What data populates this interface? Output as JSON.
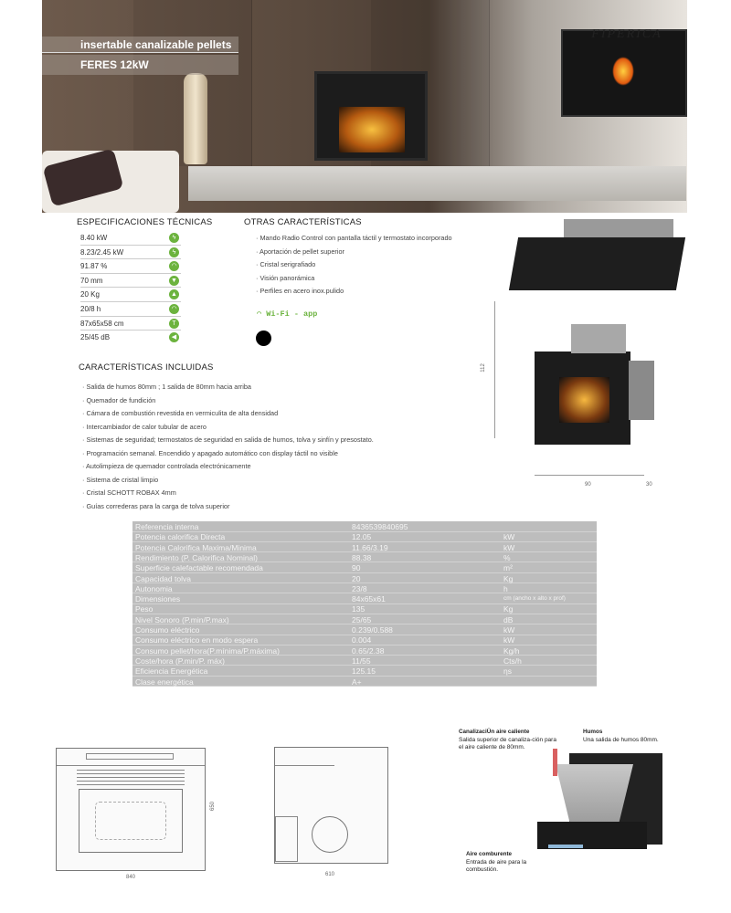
{
  "hero": {
    "subtitle": "insertable canalizable pellets",
    "model": "FERES 12kW",
    "brand_logo": "FIPERICA"
  },
  "specs": {
    "title": "ESPECIFICACIONES TÉCNICAS",
    "items": [
      {
        "value": "8.40 kW",
        "icon": "power-icon"
      },
      {
        "value": "8.23/2.45 kW",
        "icon": "power-range-icon"
      },
      {
        "value": "91.87 %",
        "icon": "efficiency-gauge-icon"
      },
      {
        "value": "70 mm",
        "icon": "flue-diameter-icon"
      },
      {
        "value": "20 Kg",
        "icon": "hopper-weight-icon"
      },
      {
        "value": "20/8 h",
        "icon": "autonomy-gauge-icon"
      },
      {
        "value": "87x65x58 cm",
        "icon": "dimensions-icon"
      },
      {
        "value": "25/45 dB",
        "icon": "sound-icon"
      }
    ]
  },
  "other": {
    "title": "OTRAS CARACTERÍSTICAS",
    "items": [
      "· Mando Radio Control con pantalla táctil y termostato incorporado",
      "· Aportación de pellet superior",
      "· Cristal serigrafiado",
      "· Visión panorámica",
      "· Perfiles en acero inox.pulido"
    ],
    "wifi": "Wi-Fi - app"
  },
  "included": {
    "title": "CARACTERÍSTICAS INCLUIDAS",
    "items": [
      "· Salida de humos 80mm ; 1 salida de 80mm hacia arriba",
      "· Quemador de fundición",
      "· Cámara de combustión revestida en vermiculita de alta densidad",
      "· Intercambiador de calor tubular de acero",
      "·  Sistemas de seguridad; termostatos de seguridad en salida de humos, tolva y sinfín y presostato.",
      "· Programación semanal. Encendido y apagado automático con display táctil no visible",
      "·  Autolimpieza de quemador controlada electrónicamente",
      "· Sistema de cristal limpio",
      "· Cristal SCHOTT ROBAX 4mm",
      "· Guías correderas para la carga de tolva superior"
    ]
  },
  "product_dims": {
    "height": "112",
    "width": "90",
    "depth": "30"
  },
  "table": [
    [
      "Referencia interna",
      "8436539840695",
      ""
    ],
    [
      "Potencia calorifica Directa",
      "12.05",
      "kW"
    ],
    [
      "Potencia Calorifica Maxima/Minima",
      "11.66/3.19",
      "kW"
    ],
    [
      "Rendimiento (P. Calorifica Nominal)",
      "88.38",
      "%"
    ],
    [
      "Superficie calefactable recomendada",
      "90",
      "m²"
    ],
    [
      "Capacidad tolva",
      "20",
      "Kg"
    ],
    [
      "Autonomia",
      "23/8",
      "h"
    ],
    [
      "Dimensiones",
      "84x65x61",
      "cm (ancho x alto x prof)"
    ],
    [
      "Peso",
      "135",
      "Kg"
    ],
    [
      "Nivel Sonoro (P.min/P.max)",
      "25/65",
      "dB"
    ],
    [
      "Consumo eléctrico",
      "0.239/0.588",
      "kW"
    ],
    [
      "Consumo eléctrico en modo espera",
      "0.004",
      "kW"
    ],
    [
      "Consumo pellet/hora(P.mínima/P.máxima)",
      "0.65/2.38",
      "Kg/h"
    ],
    [
      "Coste/hora (P.min/P. máx)",
      "11/55",
      "Cts/h"
    ],
    [
      "Eficiencia Energética",
      "125.15",
      "ηs"
    ],
    [
      "Clase energética",
      "A+",
      ""
    ]
  ],
  "drawings": {
    "front_width": "840",
    "front_height": "650",
    "side_depth": "610"
  },
  "diagram": {
    "hot_air": {
      "title": "CanalizaciÜn aire caliente",
      "text": "Salida superior de canaliza-ción para el aire caliente  de 80mm."
    },
    "smoke": {
      "title": "Humos",
      "text": "Una salida de humos 80mm."
    },
    "air": {
      "title": "Aire comburente",
      "text": "Entrada de aire para la combustión."
    }
  },
  "colors": {
    "accent": "#6cb33e",
    "table_bg": "#bdbdbd"
  }
}
